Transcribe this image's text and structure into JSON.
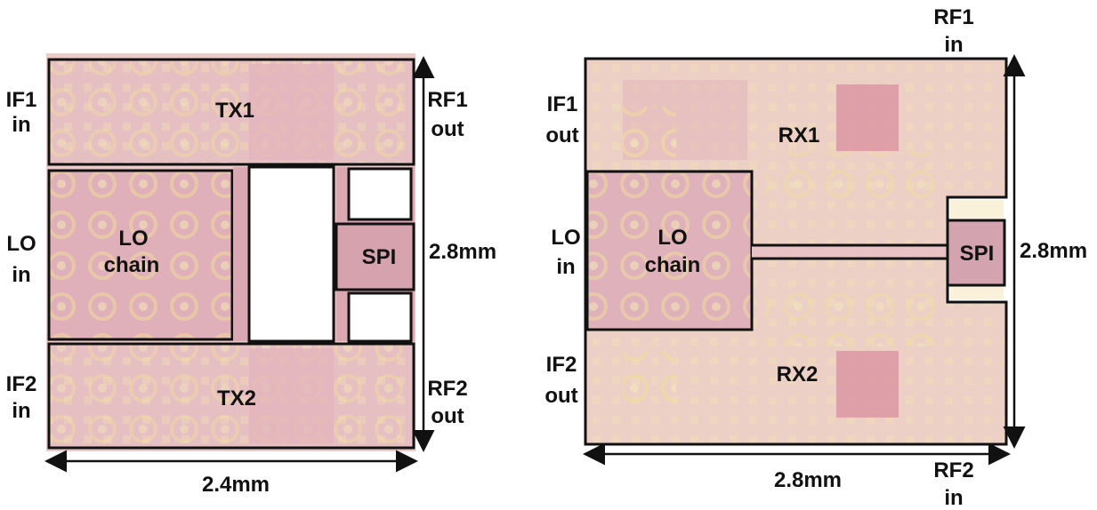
{
  "tx_chip": {
    "ports": {
      "if1": [
        "IF1",
        "in"
      ],
      "lo": [
        "LO",
        "in"
      ],
      "if2": [
        "IF2",
        "in"
      ],
      "rf1": [
        "RF1",
        "out"
      ],
      "rf2": [
        "RF2",
        "out"
      ]
    },
    "blocks": {
      "tx1": "TX1",
      "tx2": "TX2",
      "lo": [
        "LO",
        "chain"
      ],
      "spi": "SPI"
    },
    "dims": {
      "width": "2.4mm",
      "height": "2.8mm"
    }
  },
  "rx_chip": {
    "ports": {
      "if1": [
        "IF1",
        "out"
      ],
      "lo": [
        "LO",
        "in"
      ],
      "if2": [
        "IF2",
        "out"
      ],
      "rf1": [
        "RF1",
        "in"
      ],
      "rf2": [
        "RF2",
        "in"
      ]
    },
    "blocks": {
      "rx1": "RX1",
      "rx2": "RX2",
      "lo": [
        "LO",
        "chain"
      ],
      "spi": "SPI"
    },
    "dims": {
      "width": "2.8mm",
      "height": "2.8mm"
    }
  },
  "colors": {
    "die": "#e9c3c6",
    "die_dark": "#d9a3ab",
    "metal": "#efe0a8",
    "outline": "#111111"
  }
}
